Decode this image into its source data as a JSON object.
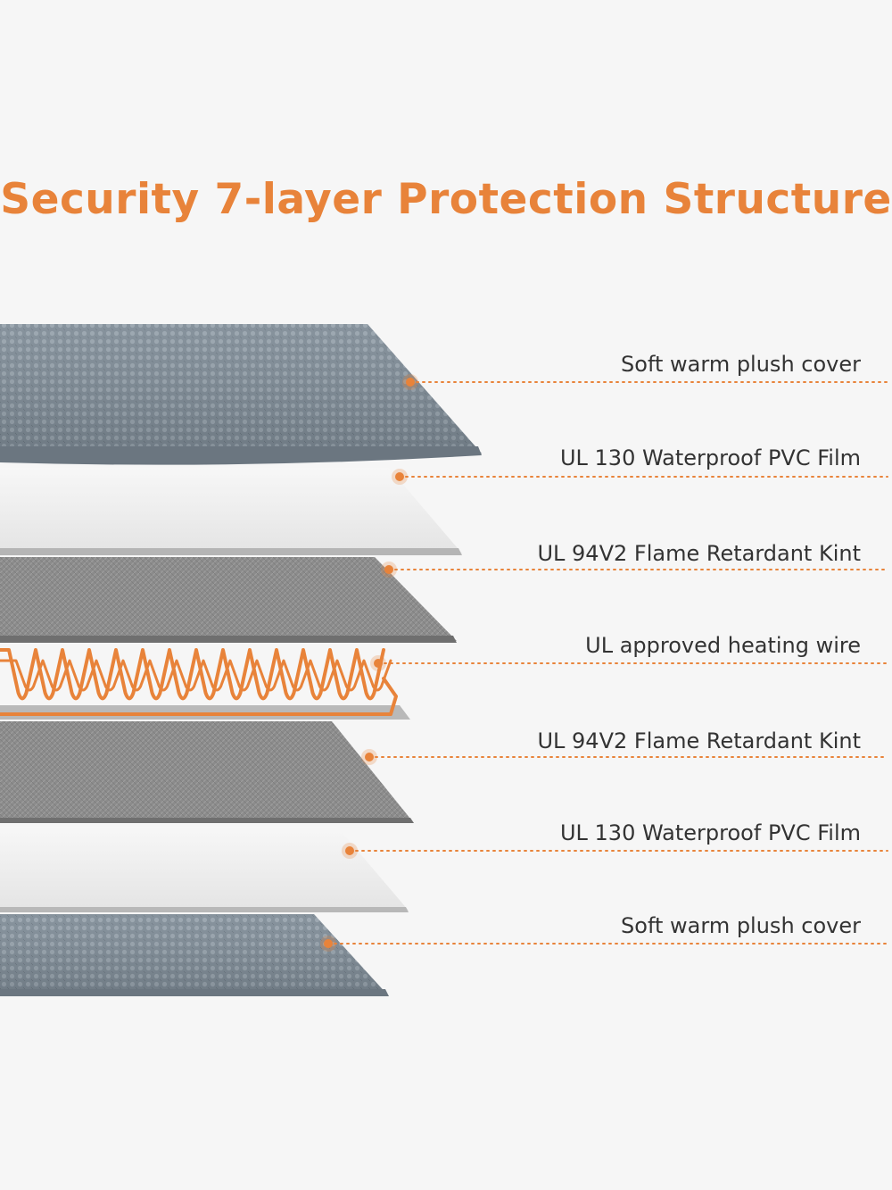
{
  "title": "Security 7-layer Protection Structure",
  "colors": {
    "accent": "#e8833a",
    "plush": "#7f8c97",
    "film": "#ececec",
    "knit": "#8a8a8a",
    "text": "#333333",
    "background": "#f6f6f6"
  },
  "layers": [
    {
      "label": "Soft warm plush cover",
      "material": "plush"
    },
    {
      "label": "UL 130 Waterproof PVC Film",
      "material": "film"
    },
    {
      "label": "UL 94V2 Flame Retardant Kint",
      "material": "knit"
    },
    {
      "label": "UL approved heating wire",
      "material": "wire"
    },
    {
      "label": "UL 94V2 Flame Retardant Kint",
      "material": "knit"
    },
    {
      "label": "UL 130 Waterproof PVC Film",
      "material": "film"
    },
    {
      "label": "Soft warm plush cover",
      "material": "plush"
    }
  ]
}
